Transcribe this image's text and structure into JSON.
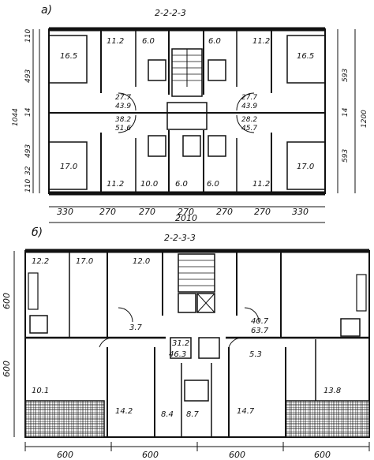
{
  "plan_a": {
    "label": "а)",
    "code": "2-2-2-3",
    "areas_top": [
      "11.2",
      "6.0",
      "6.0",
      "11.2"
    ],
    "areas_left": [
      "16.5",
      "17.0"
    ],
    "areas_right": [
      "16.5",
      "17.0"
    ],
    "areas_bottom": [
      "11.2",
      "10.0",
      "6.0",
      "6.0",
      "11.2"
    ],
    "center_areas": [
      "27.7",
      "43.9",
      "27.7",
      "43.9",
      "38.2",
      "51.6",
      "28.2",
      "45.7"
    ],
    "dims_bottom": [
      "330",
      "270",
      "270",
      "270",
      "270",
      "270",
      "330"
    ],
    "total_width": "2010",
    "dims_left": [
      "110",
      "493",
      "14",
      "493",
      "32",
      "110"
    ],
    "total_left": "1044",
    "dims_right": [
      "593",
      "14",
      "593"
    ],
    "total_right": "1200"
  },
  "plan_b": {
    "label": "б)",
    "code": "2-2-3-3",
    "areas_top": [
      "12.2",
      "17.0",
      "12.0"
    ],
    "area_mid_left": "3.7",
    "area_mid_right": "40.7",
    "area_mid_right2": "63.7",
    "center_areas": [
      "31.2",
      "46.3"
    ],
    "area_small_right": "5.3",
    "areas_bottom": [
      "10.1",
      "14.2",
      "8.4",
      "8.7",
      "14.7",
      "13.8"
    ],
    "dims_left": [
      "600",
      "600"
    ],
    "dims_bottom": [
      "600",
      "600",
      "600",
      "600"
    ]
  },
  "colors": {
    "ink": "#111111",
    "paper": "#ffffff"
  }
}
